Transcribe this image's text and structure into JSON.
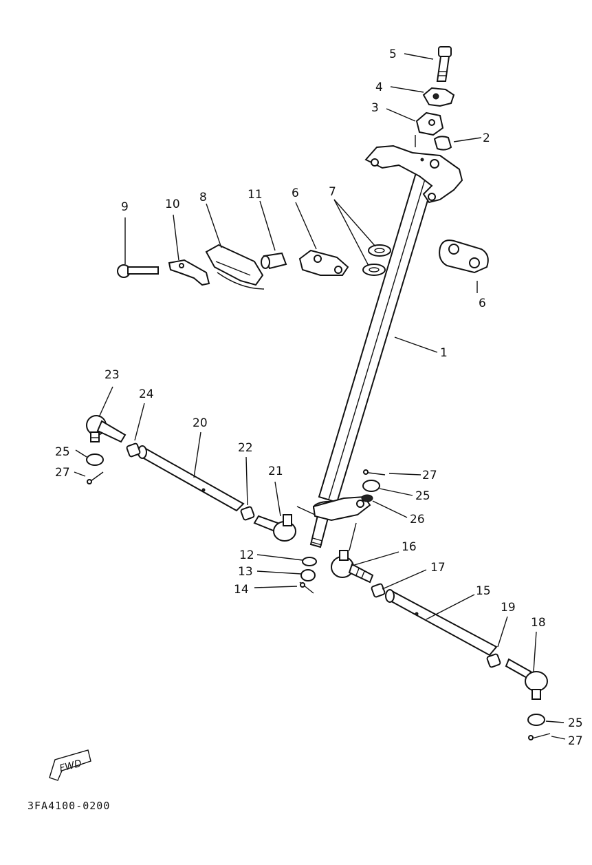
{
  "labels": {
    "l1": "1",
    "l2": "2",
    "l3": "3",
    "l4": "4",
    "l5": "5",
    "l6a": "6",
    "l6b": "6",
    "l7": "7",
    "l8": "8",
    "l9": "9",
    "l10": "10",
    "l11": "11",
    "l12": "12",
    "l13": "13",
    "l14": "14",
    "l15": "15",
    "l16": "16",
    "l17": "17",
    "l18": "18",
    "l19": "19",
    "l20": "20",
    "l21": "21",
    "l22": "22",
    "l23": "23",
    "l24": "24",
    "l25a": "25",
    "l25b": "25",
    "l25c": "25",
    "l26": "26",
    "l27a": "27",
    "l27b": "27",
    "l27c": "27"
  },
  "fwd_label": "FWD",
  "drawing_code": "3FA4100-0200"
}
